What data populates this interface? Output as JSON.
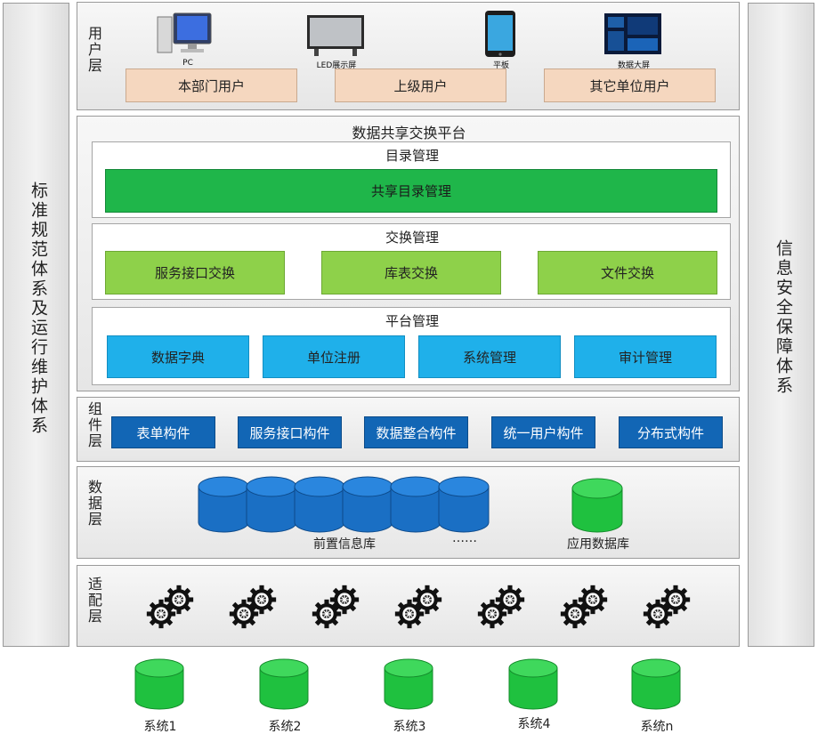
{
  "left_side": "标准规范体系及运行维护体系",
  "right_side": "信息安全保障体系",
  "user_layer": {
    "label": "用户层",
    "devices": [
      "PC",
      "LED展示屏",
      "平板",
      "数据大屏"
    ],
    "users": [
      "本部门用户",
      "上级用户",
      "其它单位用户"
    ]
  },
  "platform": {
    "title": "数据共享交换平台",
    "catalog": {
      "title": "目录管理",
      "items": [
        "共享目录管理"
      ]
    },
    "exchange": {
      "title": "交换管理",
      "items": [
        "服务接口交换",
        "库表交换",
        "文件交换"
      ]
    },
    "mgmt": {
      "title": "平台管理",
      "items": [
        "数据字典",
        "单位注册",
        "系统管理",
        "审计管理"
      ]
    }
  },
  "component_layer": {
    "label": "组件层",
    "items": [
      "表单构件",
      "服务接口构件",
      "数据整合构件",
      "统一用户构件",
      "分布式构件"
    ]
  },
  "data_layer": {
    "label": "数据层",
    "front_db": "前置信息库",
    "ellipsis": "……",
    "app_db": "应用数据库"
  },
  "adapter_layer": {
    "label": "适配层"
  },
  "systems": [
    "系统1",
    "系统2",
    "系统3",
    "系统4",
    "系统n"
  ],
  "colors": {
    "peach": "#f5d7bf",
    "green_dark": "#1fb64a",
    "green_light": "#8ed14a",
    "cyan": "#1fb0ea",
    "navy": "#1266b5",
    "db_blue": "#1a6fc4",
    "db_green": "#1fc13f"
  }
}
